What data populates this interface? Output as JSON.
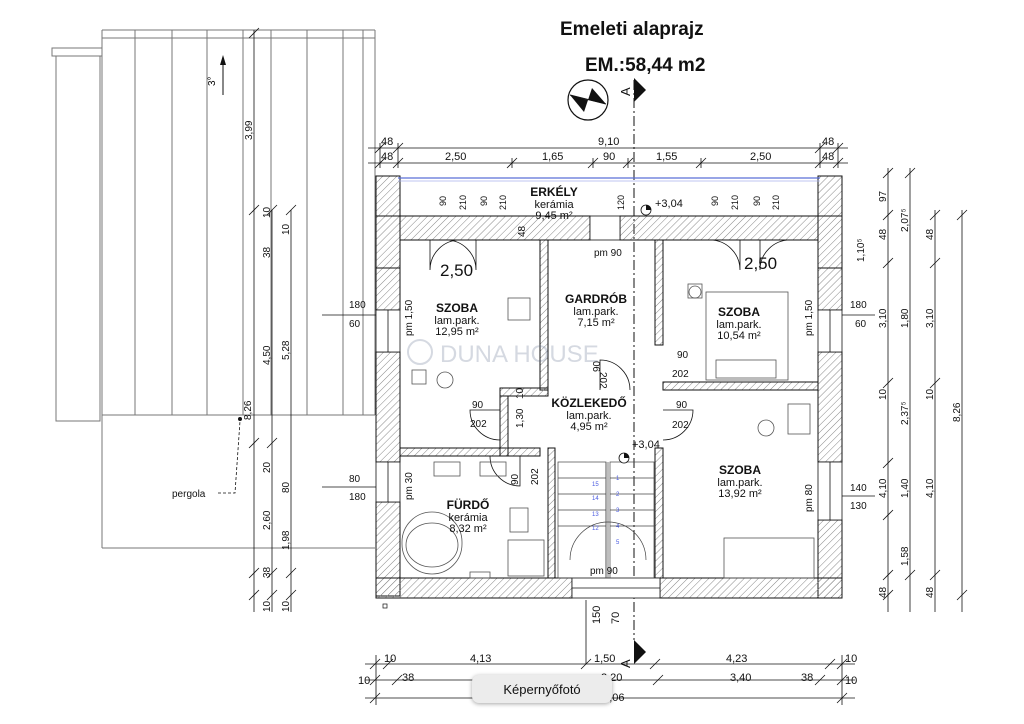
{
  "title": "Emeleti alaprajz",
  "subtitle": "EM.:58,44 m2",
  "tooltip": "Képernyőfotó",
  "watermark": "DUNA HOUSE",
  "rooms": {
    "erkely": {
      "name": "ERKÉLY",
      "material": "kerámia",
      "area": "9,45 m²"
    },
    "szoba1": {
      "name": "SZOBA",
      "material": "lam.park.",
      "area": "12,95 m²"
    },
    "gardrob": {
      "name": "GARDRÓB",
      "material": "lam.park.",
      "area": "7,15 m²"
    },
    "szoba2": {
      "name": "SZOBA",
      "material": "lam.park.",
      "area": "10,54 m²"
    },
    "kozlekedo": {
      "name": "KÖZLEKEDŐ",
      "material": "lam.park.",
      "area": "4,95 m²"
    },
    "furdo": {
      "name": "FÜRDŐ",
      "material": "kerámia",
      "area": "8,32 m²"
    },
    "szoba3": {
      "name": "SZOBA",
      "material": "lam.park.",
      "area": "13,92 m²"
    }
  },
  "labels": {
    "pergola": "pergola",
    "slope": "3°",
    "level1": "+3,04",
    "level2": "+3,04",
    "section": "A",
    "pm90a": "pm 90",
    "pm90b": "pm 90",
    "pm150a": "pm 1,50",
    "pm150b": "pm 1,50",
    "pm30": "pm 30",
    "pm80": "pm 80",
    "span1": "2,50",
    "span2": "2,50"
  },
  "dims_top": {
    "r1": [
      "48",
      "9,10",
      "48"
    ],
    "r2": [
      "48",
      "2,50",
      "1,65",
      "90",
      "1,55",
      "2,50",
      "48"
    ],
    "door_widths": [
      "90",
      "210",
      "90",
      "210",
      "120",
      "90",
      "210",
      "90",
      "210"
    ]
  },
  "dims_bottom": {
    "r1": [
      "10",
      "4,13",
      "1,50",
      "4,23",
      "10"
    ],
    "r2": [
      "10",
      "38",
      "2,20",
      "3,40",
      "38",
      "10"
    ],
    "total": "10,06",
    "stair": [
      "150",
      "70"
    ]
  },
  "dims_left": [
    "3,99",
    "10",
    "38",
    "10",
    "4,50",
    "5,28",
    "8,26",
    "20",
    "80",
    "2,60",
    "1,98",
    "38",
    "10",
    "10"
  ],
  "dims_right": [
    "97",
    "2,07⁵",
    "48",
    "1,10⁵",
    "48",
    "3,10",
    "1,80",
    "3,10",
    "10",
    "2,37⁵",
    "10",
    "8,26",
    "4,10",
    "1,40",
    "4,10",
    "1,58",
    "48",
    "48"
  ],
  "window_dims": [
    "180",
    "60",
    "180",
    "60",
    "80",
    "180",
    "140",
    "130"
  ],
  "door_dims": [
    "90",
    "202",
    "90",
    "202",
    "90",
    "202",
    "90",
    "202",
    "90",
    "202",
    "1,30",
    "10",
    "48"
  ],
  "stair_numbers": [
    "15",
    "14",
    "13",
    "12",
    "1",
    "2",
    "3",
    "4",
    "5"
  ]
}
